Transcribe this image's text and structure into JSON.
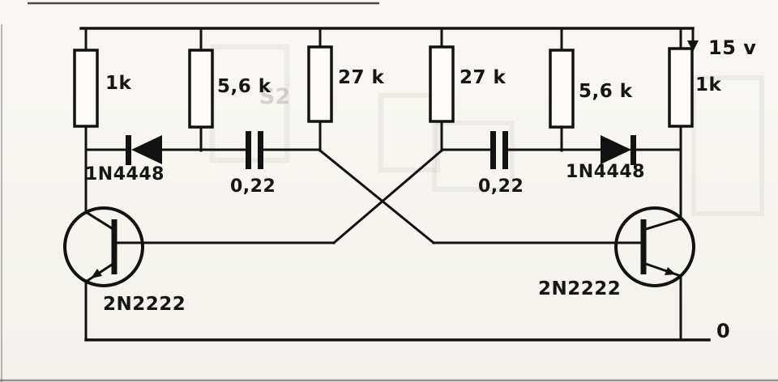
{
  "schematic": {
    "supply_label": "15 v",
    "ground_label": "0",
    "resistors": {
      "r1": "1k",
      "r2": "5,6 k",
      "r3": "27 k",
      "r4": "27 k",
      "r5": "5,6 k",
      "r6": "1k"
    },
    "capacitors": {
      "c1": "0,22",
      "c2": "0,22"
    },
    "diodes": {
      "d1": "1N4448",
      "d2": "1N4448"
    },
    "transistors": {
      "q1": "2N2222",
      "q2": "2N2222"
    },
    "scan_artifacts": {
      "ghost_text": "S2"
    }
  }
}
